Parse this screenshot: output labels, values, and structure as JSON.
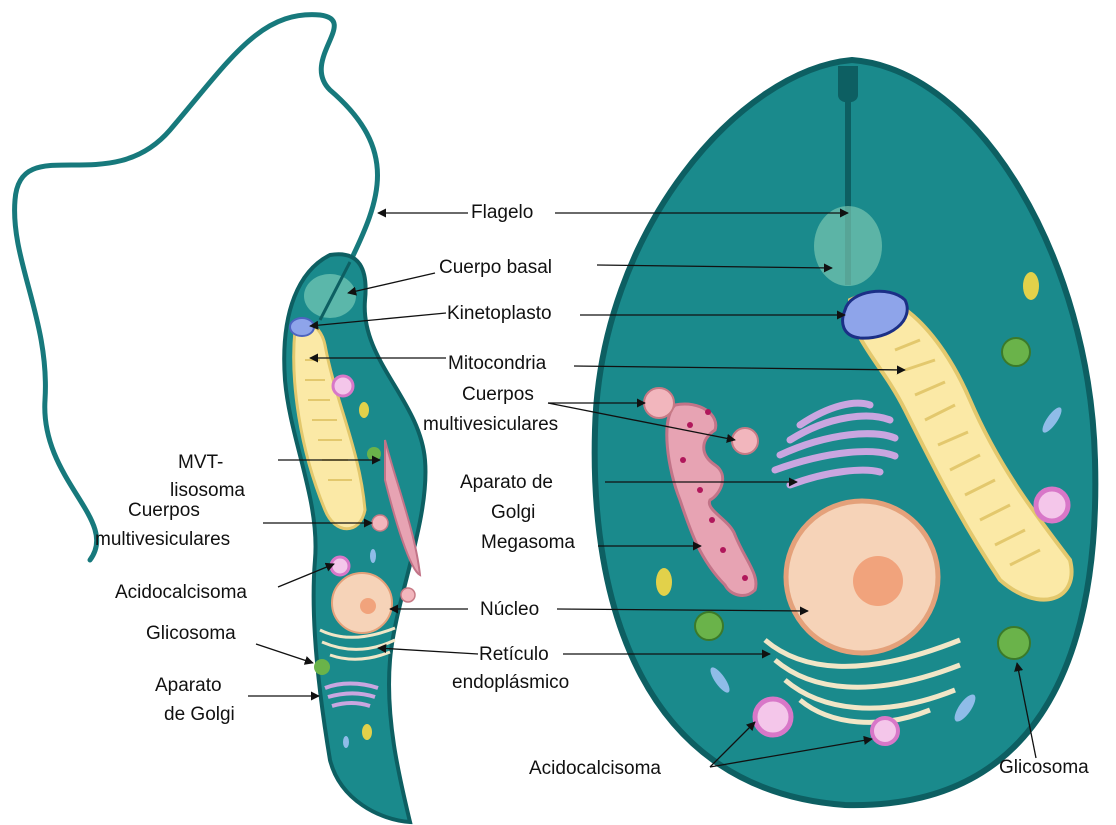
{
  "labels": {
    "flagelo": "Flagelo",
    "cuerpo_basal": "Cuerpo basal",
    "kinetoplasto": "Kinetoplasto",
    "mitocondria": "Mitocondria",
    "cuerpos_multi_center_1": "Cuerpos",
    "cuerpos_multi_center_2": "multivesiculares",
    "mvt_1": "MVT-",
    "mvt_2": "lisosoma",
    "cuerpos_multi_left_1": "Cuerpos",
    "cuerpos_multi_left_2": "multivesiculares",
    "aparato_golgi_center_1": "Aparato de",
    "aparato_golgi_center_2": "Golgi",
    "megasoma": "Megasoma",
    "acidocalcisoma_left": "Acidocalcisoma",
    "nucleo": "Núcleo",
    "glicosoma_left": "Glicosoma",
    "reticulo_1": "Retículo",
    "reticulo_2": "endoplásmico",
    "aparato_golgi_left_1": "Aparato",
    "aparato_golgi_left_2": "de Golgi",
    "acidocalcisoma_right": "Acidocalcisoma",
    "glicosoma_right": "Glicosoma"
  },
  "colors": {
    "cell_body": "#1a8a8c",
    "cell_border": "#0d5f62",
    "mitochondria": "#fbe9a6",
    "nucleus": "#f6d3b8",
    "megasome": "#e7a3b3",
    "golgi": "#c9a6e0",
    "glycosome": "#6ab34a",
    "acidocalcisome": "#d877c8",
    "kinetoplast": "#8ea4ea"
  }
}
